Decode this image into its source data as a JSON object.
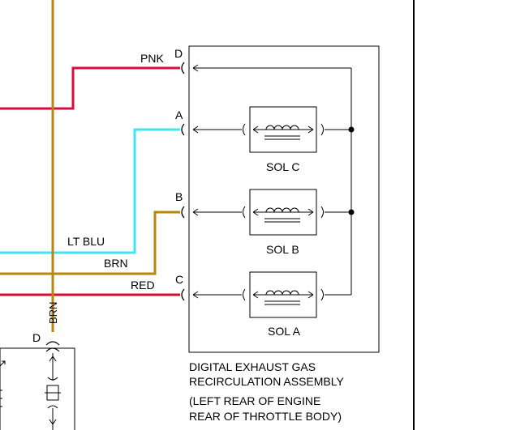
{
  "colors": {
    "pink": "#d40f3c",
    "lt_blue": "#3fe5f2",
    "brown": "#b8860b",
    "red": "#d40f2c",
    "line": "#000000"
  },
  "wires": {
    "pink_label": "PNK",
    "lt_blue_label": "LT BLU",
    "brown_label": "BRN",
    "red_label": "RED",
    "vertical_brown_label": "BRN"
  },
  "pins": {
    "d": "D",
    "a": "A",
    "b": "B",
    "c": "C",
    "lower_d": "D"
  },
  "solenoids": {
    "c": "SOL C",
    "b": "SOL B",
    "a": "SOL A"
  },
  "assembly": {
    "title_line1": "DIGITAL EXHAUST GAS",
    "title_line2": "RECIRCULATION ASSEMBLY",
    "location_line1": "(LEFT REAR OF ENGINE",
    "location_line2": "REAR OF THROTTLE BODY)"
  }
}
